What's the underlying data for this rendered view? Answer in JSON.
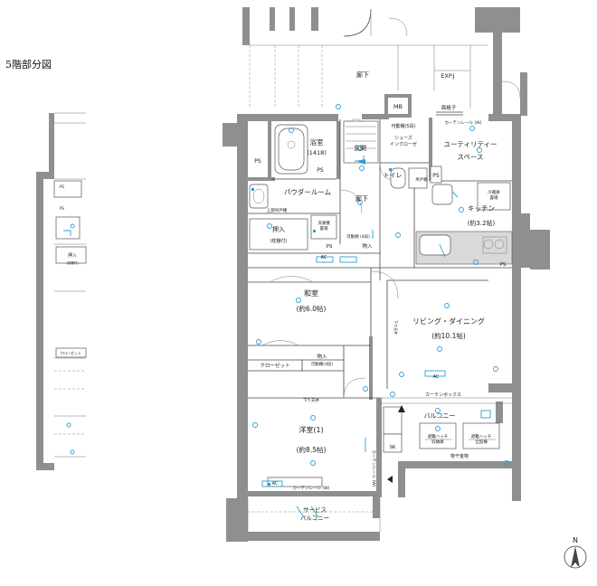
{
  "floor_title": "5階部分図",
  "compass": "N",
  "labels": {
    "corridor_top": "廊下",
    "exp_joint": "EXP.J",
    "mb": "MB",
    "louver": "面格子",
    "movable_shelf_5": "可動棚(5段)",
    "curtain_rail_w_top": "カーテンレール (W)",
    "bathroom": "浴室",
    "bath_size": "(1418)",
    "genkan": "玄関",
    "shoes_closet": "シューズ\nインクローゼ",
    "utility": "ユーティリティー",
    "utility_space": "スペース",
    "ps_left": "PS",
    "ps_bath": "PS",
    "ps_toilet": "PS",
    "toilet": "トイレ",
    "storage_shelf": "吊戸棚",
    "powder_room": "パウダールーム",
    "corridor_inner": "廊下",
    "kitchen": "キッチン",
    "kitchen_size": "(約3.2帖)",
    "upper_shelf": "上部吊戸棚",
    "oshiire": "押入",
    "oshiire_note": "(枕棚付)",
    "washer_dryer": "洗濯機\n置場",
    "fridge": "冷蔵庫\n置場",
    "movable_shelf_4": "可動棚 (4段)",
    "storage": "物入",
    "ps_mid": "PS",
    "ac_1": "AC",
    "ps_kitchen": "PS",
    "washitsu": "和室",
    "washitsu_size": "(約6.0帖)",
    "living": "リビング・ダイニング",
    "living_size": "(約10.1帖)",
    "drop_ceiling_v": "下り天井",
    "closet": "クローゼット",
    "storage2": "物入",
    "movable_shelf_4b": "可動棚(4段)",
    "ac_2": "AC",
    "drop_ceiling_h": "下り天井",
    "curtain_box": "カーテンボックス",
    "balcony": "バルコニー",
    "youshitsu": "洋室(1)",
    "youshitsu_size": "(約8.5帖)",
    "sk": "SK",
    "hatch_1": "避難ハッチ\n収納庫",
    "hatch_2": "避難ハッチ\n全館棟",
    "laundry_pole": "物干金物",
    "curtain_rail_v": "カーテンレール (W)",
    "ac_3": "AC",
    "curtain_rail_w_bottom": "カーテンレール (W)",
    "service_balcony": "サービス\nバルコニー",
    "key_oshiire": "押入",
    "key_oshiire_note": "(枕棚付)",
    "key_closet": "クローゼット",
    "key_ps": "PS"
  }
}
